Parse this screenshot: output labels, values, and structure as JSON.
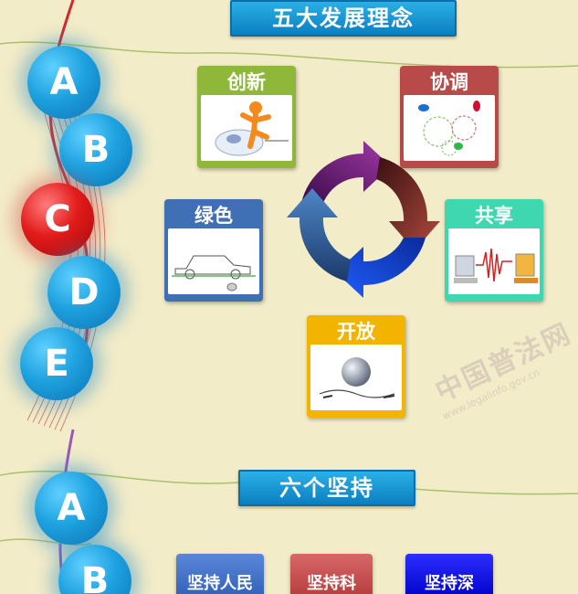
{
  "section_top": {
    "title": "五大发展理念"
  },
  "section_mid": {
    "title": "六个坚持"
  },
  "letters_top": [
    "A",
    "B",
    "C",
    "D",
    "E"
  ],
  "letters_bottom": [
    "A",
    "B"
  ],
  "concepts": {
    "innovate": "创新",
    "coordinate": "协调",
    "green": "绿色",
    "share": "共享",
    "open": "开放"
  },
  "keep_buttons": [
    "坚持人民",
    "坚持科",
    "坚持深"
  ],
  "watermark": {
    "text": "中国普法网",
    "url": "www.legalinfo.gov.cn"
  },
  "colors": {
    "ball_blue": "#1fa2e0",
    "ball_red": "#e21b1b",
    "bar_blue": "#0b7fc0",
    "innovate": "#8fb83a",
    "coordinate": "#b84a4a",
    "green": "#3f6fb5",
    "share": "#3fd7b0",
    "open": "#f3b400"
  }
}
